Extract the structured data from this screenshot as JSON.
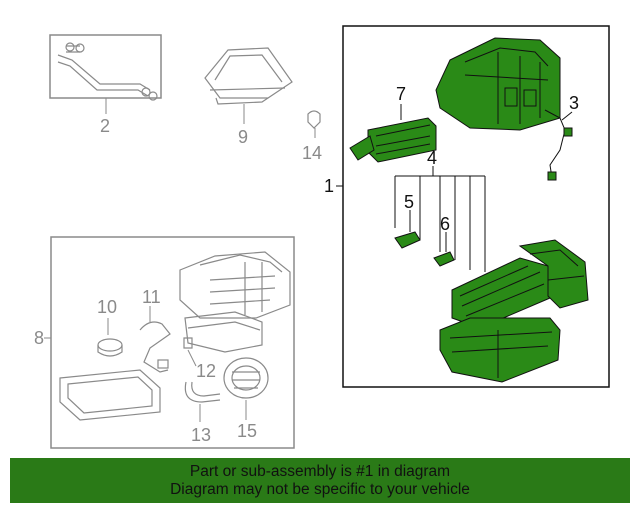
{
  "callouts": {
    "c1": "1",
    "c2": "2",
    "c3": "3",
    "c4": "4",
    "c5": "5",
    "c6": "6",
    "c7": "7",
    "c8": "8",
    "c9": "9",
    "c10": "10",
    "c11": "11",
    "c12": "12",
    "c13": "13",
    "c14": "14",
    "c15": "15"
  },
  "banner": {
    "line1": "Part or sub-assembly is #1 in diagram",
    "line2": "Diagram may not be specific to your vehicle"
  },
  "colors": {
    "highlight": "#2a8a17",
    "banner": "#2a7a17",
    "outline_grey": "#8a8a8a",
    "outline_dark": "#111111"
  }
}
